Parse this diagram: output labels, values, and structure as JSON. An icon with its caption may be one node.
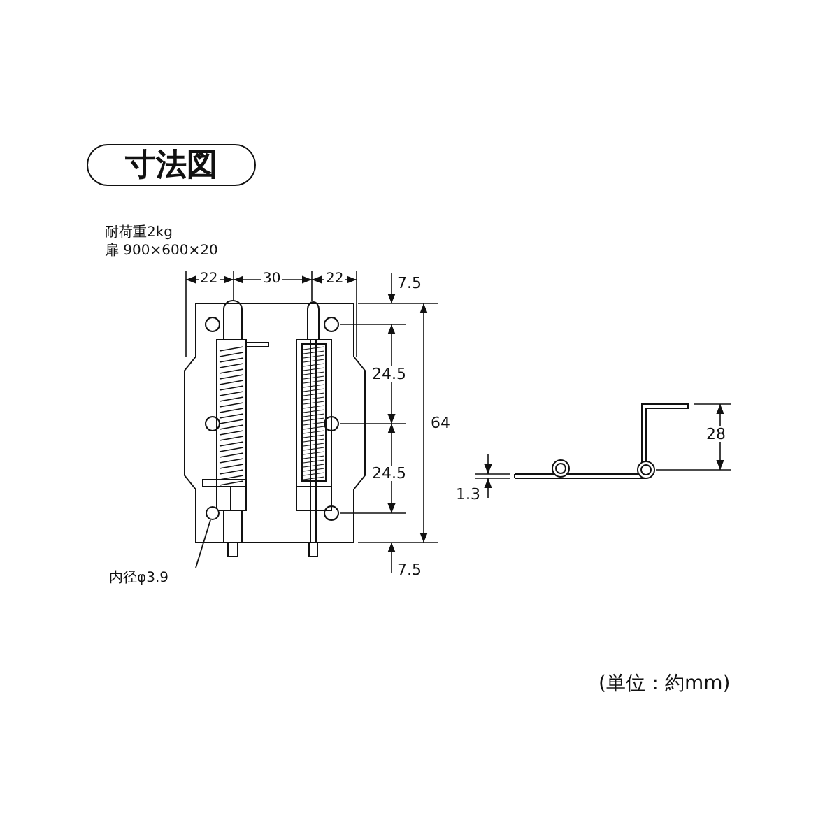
{
  "diagram": {
    "nodes": [
      {
        "text": [
          "寸法図"
        ]
      },
      {
        "text": [
          "内径φ3.9"
        ]
      },
      {
        "text": [],
        "shape": "circle"
      }
    ],
    "edges": [
      {
        "from": 1,
        "to": 2,
        "arrow": "none"
      }
    ],
    "labels": [
      "耐荷重2kg",
      "扉 900×600×20",
      "22",
      "30",
      "22",
      "7.5",
      "24.5",
      "64",
      "24.5",
      "7.5",
      "1.3",
      "28",
      "(単位：約mm)"
    ]
  }
}
